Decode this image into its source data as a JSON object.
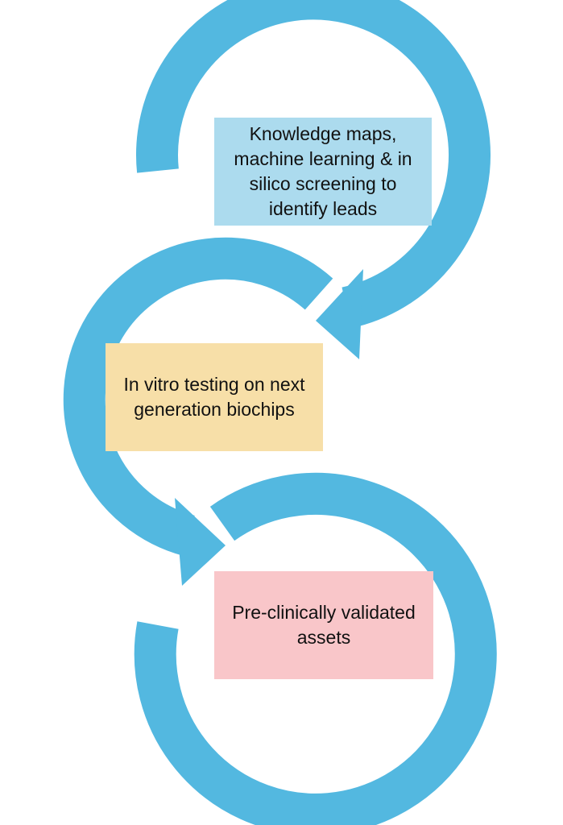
{
  "steps": [
    {
      "text": "Knowledge maps, machine learning & in silico screening to identify leads"
    },
    {
      "text": "In vitro testing on next generation biochips"
    },
    {
      "text": "Pre-clinically validated assets"
    }
  ],
  "colors": {
    "arrow": "#53b8e0",
    "step_1_fill": "#acdbee",
    "step_2_fill": "#f7dfa8",
    "step_3_fill": "#f9c6c9",
    "text": "#111111"
  }
}
